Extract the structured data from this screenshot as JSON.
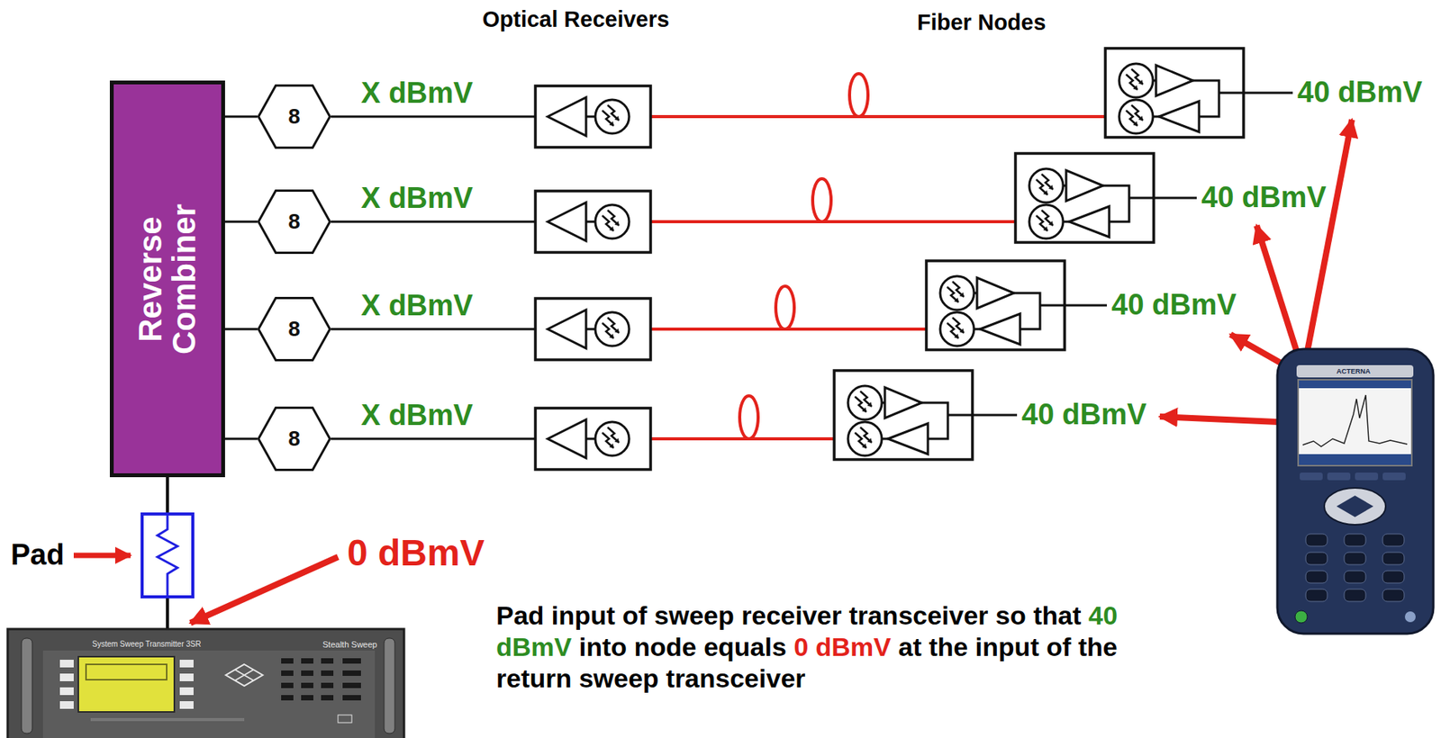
{
  "diagram": {
    "nodes": [
      {
        "text": [
          "Reverse Combiner"
        ]
      },
      {
        "text": [
          "8"
        ]
      },
      {
        "text": [
          "8"
        ]
      },
      {
        "text": [
          "8"
        ]
      },
      {
        "text": [
          "8"
        ]
      }
    ],
    "edges": [
      {
        "from": 0,
        "to": 1,
        "arrow": "none"
      },
      {
        "from": 0,
        "to": 2,
        "arrow": "none"
      },
      {
        "from": 0,
        "to": 3,
        "arrow": "none"
      },
      {
        "from": 0,
        "to": 4,
        "arrow": "none"
      }
    ],
    "labels": [
      "Optical Receivers",
      "Fiber Nodes",
      "X dBmV",
      "X dBmV",
      "X dBmV",
      "X dBmV",
      "40 dBmV",
      "40 dBmV",
      "40 dBmV",
      "40 dBmV",
      "Pad",
      "0 dBmV",
      "Pad input of sweep receiver transceiver so that",
      "40 dBmV",
      "into node equals",
      "0 dBmV",
      "at the input of the return sweep transceiver",
      "System Sweep Transmitter 3SR",
      "Stealth Sweep",
      "ACTERNA"
    ]
  }
}
